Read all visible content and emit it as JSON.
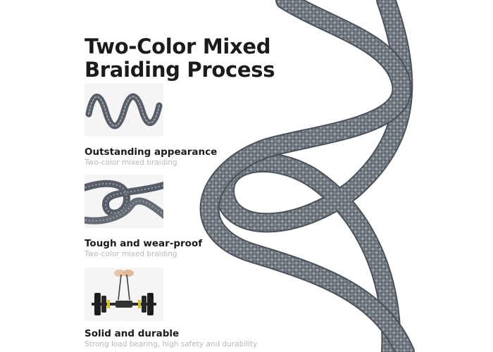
{
  "headline": {
    "line1": "Two-Color Mixed",
    "line2": "Braiding Process"
  },
  "features": [
    {
      "title": "Outstanding appearance",
      "subtitle": "Two-color mixed braiding",
      "image": "wavy-cable-icon"
    },
    {
      "title": "Tough and wear-proof",
      "subtitle": "Two-color mixed braiding",
      "image": "knotted-cable-icon"
    },
    {
      "title": "Solid and durable",
      "subtitle": "Strong load bearing, high safety and durability",
      "image": "dumbbell-load-icon"
    }
  ],
  "colors": {
    "cable": "#5f6770",
    "cable_highlight": "#9aa1a8",
    "text": "#1b1b1b",
    "subtext": "#b8b8b8",
    "dumbbell": "#1e1e1e",
    "accent": "#d8c21a"
  },
  "icons": [
    "braided-cable-image",
    "wavy-cable-icon",
    "knotted-cable-icon",
    "dumbbell-load-icon"
  ]
}
